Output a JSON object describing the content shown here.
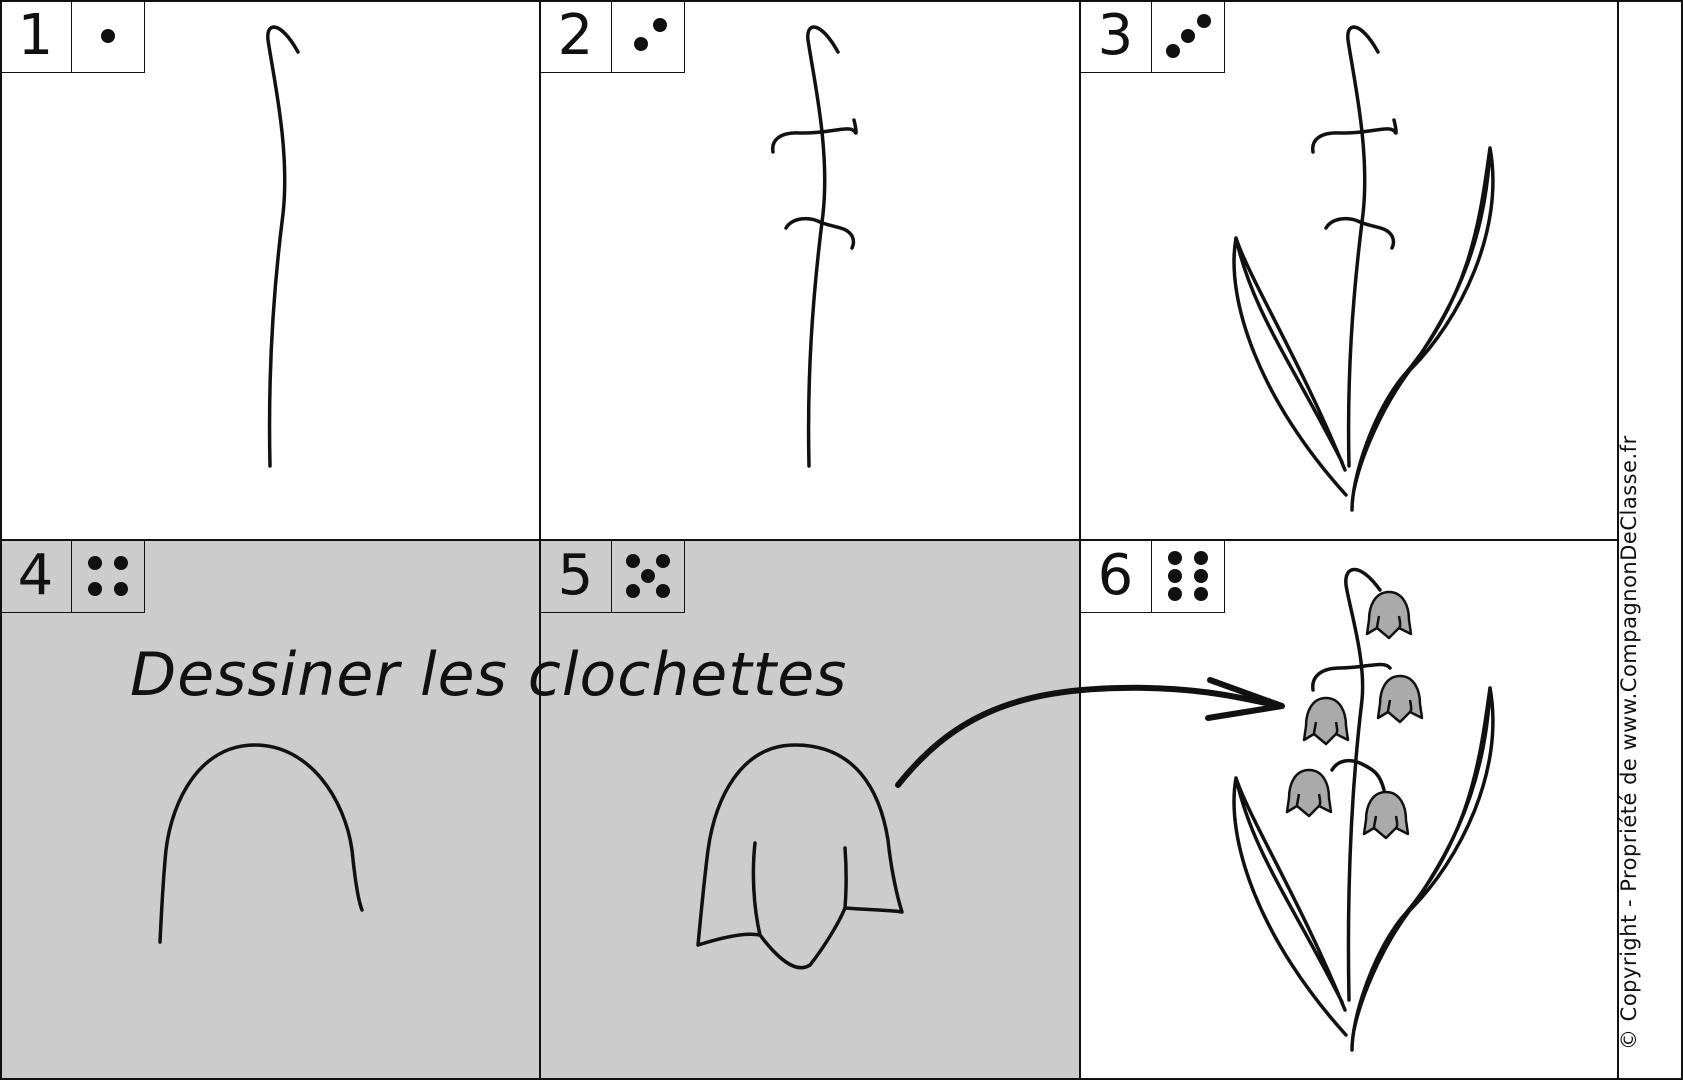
{
  "title": "Dessiner les clochettes",
  "copyright": "© Copyright - Propriété de www.CompagnonDeClasse.fr",
  "steps": [
    {
      "number": "1",
      "dots": 1,
      "shaded": false
    },
    {
      "number": "2",
      "dots": 2,
      "shaded": false
    },
    {
      "number": "3",
      "dots": 3,
      "shaded": false
    },
    {
      "number": "4",
      "dots": 4,
      "shaded": true
    },
    {
      "number": "5",
      "dots": 5,
      "shaded": true
    },
    {
      "number": "6",
      "dots": 6,
      "shaded": false
    }
  ],
  "colors": {
    "shaded_panel": "#cccccc",
    "bell_fill": "#aaaaaa",
    "ink": "#111111"
  }
}
